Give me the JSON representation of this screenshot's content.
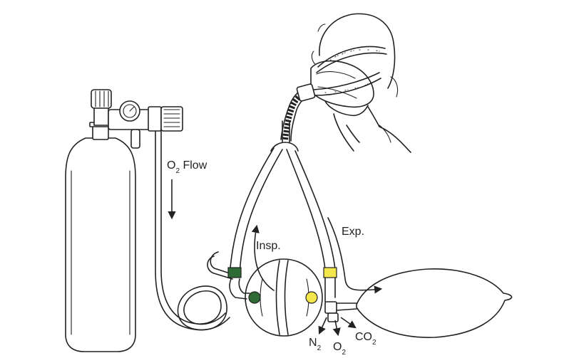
{
  "labels": {
    "o2_flow": {
      "main": "O",
      "sub": "2",
      "tail": " Flow"
    },
    "insp": "Insp.",
    "exp": "Exp.",
    "n2": {
      "main": "N",
      "sub": "2"
    },
    "o2": {
      "main": "O",
      "sub": "2"
    },
    "co2": {
      "main": "CO",
      "sub": "2"
    }
  },
  "colors": {
    "inspiratory_valve": "#2e6b35",
    "expiratory_valve": "#f2e64b",
    "line": "#222222"
  }
}
